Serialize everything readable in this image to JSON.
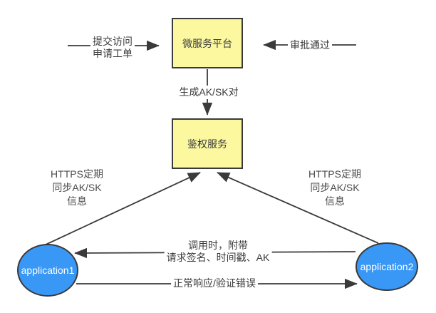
{
  "colors": {
    "node-fill": "#fbf8a0",
    "ellipse-fill": "#3997f5",
    "stroke": "#3a3a3a",
    "text": "#3a3a3a",
    "muted-text": "#4d4d4d"
  },
  "nodes": {
    "platform": {
      "label": "微服务平台"
    },
    "auth": {
      "label": "鉴权服务"
    },
    "app1": {
      "label": "application1"
    },
    "app2": {
      "label": "application2"
    }
  },
  "edges": {
    "submit": {
      "line1": "提交访问",
      "line2": "申请工单"
    },
    "approve": {
      "label": "审批通过"
    },
    "generate": {
      "label": "生成AK/SK对"
    },
    "sync_left": {
      "line1": "HTTPS定期",
      "line2": "同步AK/SK",
      "line3": "信息"
    },
    "sync_right": {
      "line1": "HTTPS定期",
      "line2": "同步AK/SK",
      "line3": "信息"
    },
    "call": {
      "line1": "调用时，附带",
      "line2": "请求签名、时间戳、AK"
    },
    "response": {
      "label": "正常响应/验证错误"
    }
  }
}
